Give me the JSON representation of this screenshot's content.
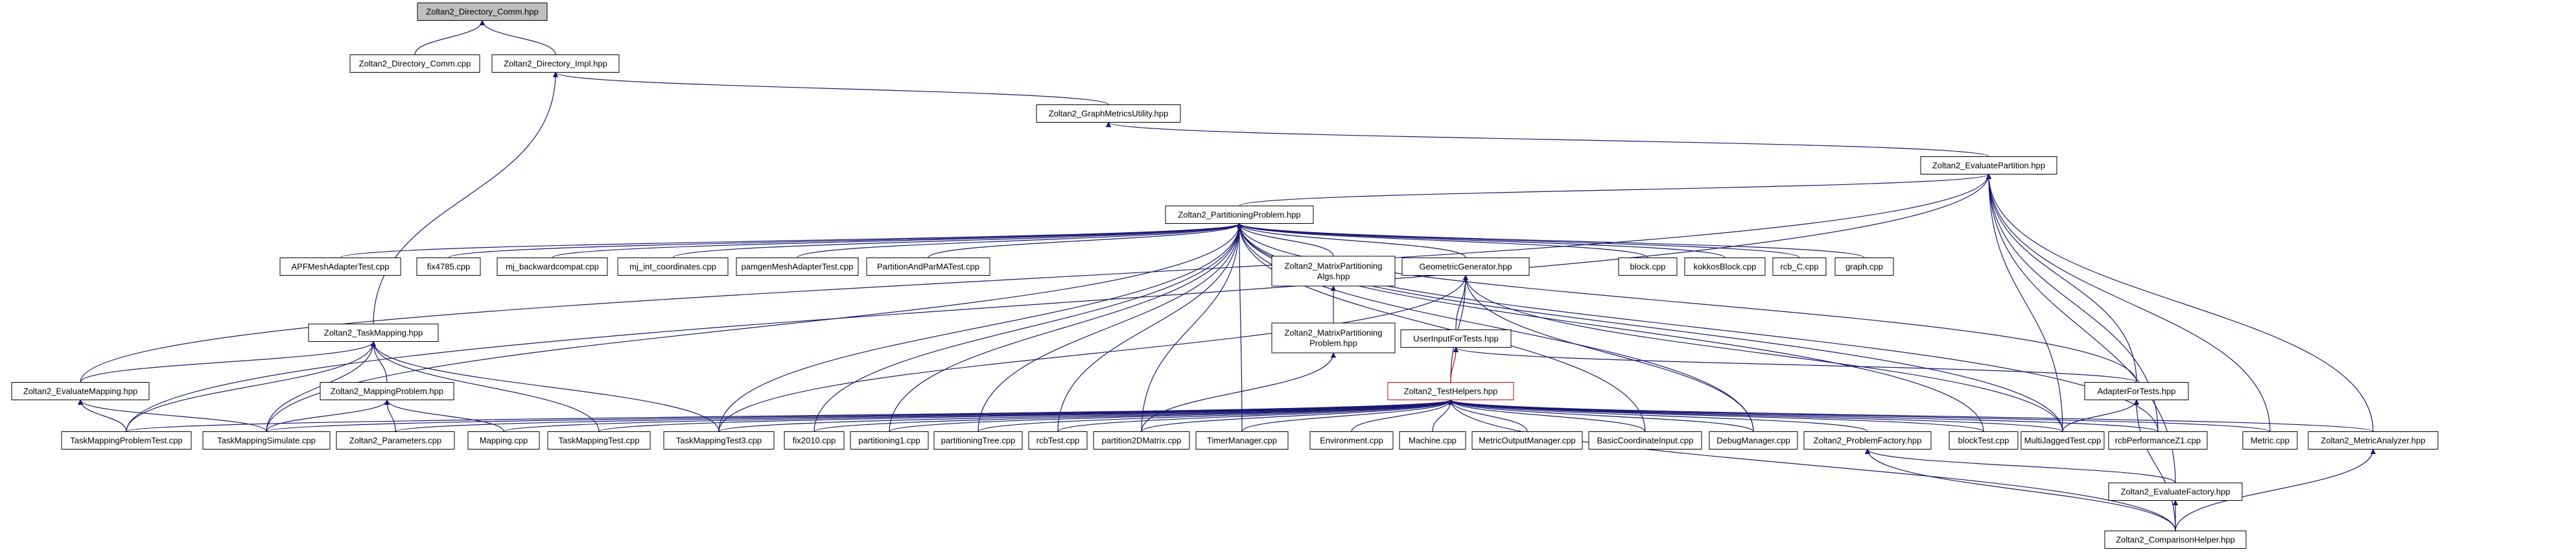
{
  "graph": {
    "nodes": [
      {
        "id": "dir_comm_hpp",
        "label": "Zoltan2_Directory_Comm.hpp",
        "style": "root"
      },
      {
        "id": "dir_comm_cpp",
        "label": "Zoltan2_Directory_Comm.cpp"
      },
      {
        "id": "dir_impl_hpp",
        "label": "Zoltan2_Directory_Impl.hpp"
      },
      {
        "id": "graph_metrics_utility",
        "label": "Zoltan2_GraphMetricsUtility.hpp"
      },
      {
        "id": "evaluate_partition",
        "label": "Zoltan2_EvaluatePartition.hpp"
      },
      {
        "id": "partitioning_problem",
        "label": "Zoltan2_PartitioningProblem.hpp"
      },
      {
        "id": "apf_mesh_adapter_test",
        "label": "APFMeshAdapterTest.cpp"
      },
      {
        "id": "fix4785",
        "label": "fix4785.cpp"
      },
      {
        "id": "mj_backwardcompat",
        "label": "mj_backwardcompat.cpp"
      },
      {
        "id": "mj_int_coordinates",
        "label": "mj_int_coordinates.cpp"
      },
      {
        "id": "pamgen_mesh_adapter_test",
        "label": "pamgenMeshAdapterTest.cpp"
      },
      {
        "id": "partition_and_parma_test",
        "label": "PartitionAndParMATest.cpp"
      },
      {
        "id": "matrix_partitioning_algs",
        "label": "Zoltan2_MatrixPartitioning\nAlgs.hpp"
      },
      {
        "id": "geometric_generator",
        "label": "GeometricGenerator.hpp"
      },
      {
        "id": "block_cpp",
        "label": "block.cpp"
      },
      {
        "id": "kokkos_block",
        "label": "kokkosBlock.cpp"
      },
      {
        "id": "rcb_c",
        "label": "rcb_C.cpp"
      },
      {
        "id": "graph_cpp",
        "label": "graph.cpp"
      },
      {
        "id": "matrix_partitioning_problem",
        "label": "Zoltan2_MatrixPartitioning\nProblem.hpp"
      },
      {
        "id": "task_mapping",
        "label": "Zoltan2_TaskMapping.hpp"
      },
      {
        "id": "user_input_for_tests",
        "label": "UserInputForTests.hpp"
      },
      {
        "id": "adapter_for_tests",
        "label": "AdapterForTests.hpp"
      },
      {
        "id": "evaluate_mapping",
        "label": "Zoltan2_EvaluateMapping.hpp"
      },
      {
        "id": "mapping_problem",
        "label": "Zoltan2_MappingProblem.hpp"
      },
      {
        "id": "test_helpers",
        "label": "Zoltan2_TestHelpers.hpp",
        "style": "red"
      },
      {
        "id": "task_mapping_problem_test",
        "label": "TaskMappingProblemTest.cpp"
      },
      {
        "id": "task_mapping_simulate",
        "label": "TaskMappingSimulate.cpp"
      },
      {
        "id": "parameters_cpp",
        "label": "Zoltan2_Parameters.cpp"
      },
      {
        "id": "mapping_cpp",
        "label": "Mapping.cpp"
      },
      {
        "id": "task_mapping_test",
        "label": "TaskMappingTest.cpp"
      },
      {
        "id": "task_mapping_test3",
        "label": "TaskMappingTest3.cpp"
      },
      {
        "id": "fix2010",
        "label": "fix2010.cpp"
      },
      {
        "id": "partitioning1",
        "label": "partitioning1.cpp"
      },
      {
        "id": "partitioning_tree",
        "label": "partitioningTree.cpp"
      },
      {
        "id": "rcb_test",
        "label": "rcbTest.cpp"
      },
      {
        "id": "partition_2d_matrix",
        "label": "partition2DMatrix.cpp"
      },
      {
        "id": "timer_manager",
        "label": "TimerManager.cpp"
      },
      {
        "id": "environment",
        "label": "Environment.cpp"
      },
      {
        "id": "machine",
        "label": "Machine.cpp"
      },
      {
        "id": "metric_output_manager",
        "label": "MetricOutputManager.cpp"
      },
      {
        "id": "basic_coordinate_input",
        "label": "BasicCoordinateInput.cpp"
      },
      {
        "id": "debug_manager",
        "label": "DebugManager.cpp"
      },
      {
        "id": "problem_factory",
        "label": "Zoltan2_ProblemFactory.hpp"
      },
      {
        "id": "block_test",
        "label": "blockTest.cpp"
      },
      {
        "id": "multi_jagged_test",
        "label": "MultiJaggedTest.cpp"
      },
      {
        "id": "rcb_performance_z1",
        "label": "rcbPerformanceZ1.cpp"
      },
      {
        "id": "metric_cpp",
        "label": "Metric.cpp"
      },
      {
        "id": "metric_analyzer",
        "label": "Zoltan2_MetricAnalyzer.hpp"
      },
      {
        "id": "evaluate_factory",
        "label": "Zoltan2_EvaluateFactory.hpp"
      },
      {
        "id": "comparison_helper",
        "label": "Zoltan2_ComparisonHelper.hpp"
      }
    ],
    "edges": [
      [
        "dir_comm_cpp",
        "dir_comm_hpp"
      ],
      [
        "dir_impl_hpp",
        "dir_comm_hpp"
      ],
      [
        "graph_metrics_utility",
        "dir_impl_hpp"
      ],
      [
        "task_mapping",
        "dir_impl_hpp"
      ],
      [
        "evaluate_partition",
        "graph_metrics_utility"
      ],
      [
        "partitioning_problem",
        "evaluate_partition"
      ],
      [
        "evaluate_mapping",
        "evaluate_partition"
      ],
      [
        "task_mapping_problem_test",
        "evaluate_partition"
      ],
      [
        "adapter_for_tests",
        "evaluate_partition"
      ],
      [
        "multi_jagged_test",
        "evaluate_partition"
      ],
      [
        "metric_cpp",
        "evaluate_partition"
      ],
      [
        "metric_analyzer",
        "evaluate_partition"
      ],
      [
        "evaluate_factory",
        "evaluate_partition"
      ],
      [
        "rcb_performance_z1",
        "evaluate_partition"
      ],
      [
        "apf_mesh_adapter_test",
        "partitioning_problem"
      ],
      [
        "fix4785",
        "partitioning_problem"
      ],
      [
        "mj_backwardcompat",
        "partitioning_problem"
      ],
      [
        "mj_int_coordinates",
        "partitioning_problem"
      ],
      [
        "pamgen_mesh_adapter_test",
        "partitioning_problem"
      ],
      [
        "partition_and_parma_test",
        "partitioning_problem"
      ],
      [
        "matrix_partitioning_algs",
        "partitioning_problem"
      ],
      [
        "geometric_generator",
        "partitioning_problem"
      ],
      [
        "block_cpp",
        "partitioning_problem"
      ],
      [
        "kokkos_block",
        "partitioning_problem"
      ],
      [
        "rcb_c",
        "partitioning_problem"
      ],
      [
        "graph_cpp",
        "partitioning_problem"
      ],
      [
        "adapter_for_tests",
        "partitioning_problem"
      ],
      [
        "task_mapping_simulate",
        "partitioning_problem"
      ],
      [
        "task_mapping_test3",
        "partitioning_problem"
      ],
      [
        "fix2010",
        "partitioning_problem"
      ],
      [
        "partitioning1",
        "partitioning_problem"
      ],
      [
        "partitioning_tree",
        "partitioning_problem"
      ],
      [
        "rcb_test",
        "partitioning_problem"
      ],
      [
        "partition_2d_matrix",
        "partitioning_problem"
      ],
      [
        "timer_manager",
        "partitioning_problem"
      ],
      [
        "debug_manager",
        "partitioning_problem"
      ],
      [
        "basic_coordinate_input",
        "partitioning_problem"
      ],
      [
        "multi_jagged_test",
        "partitioning_problem"
      ],
      [
        "rcb_performance_z1",
        "partitioning_problem"
      ],
      [
        "block_test",
        "partitioning_problem"
      ],
      [
        "matrix_partitioning_problem",
        "matrix_partitioning_algs"
      ],
      [
        "partition_2d_matrix",
        "matrix_partitioning_problem"
      ],
      [
        "user_input_for_tests",
        "geometric_generator"
      ],
      [
        "test_helpers",
        "geometric_generator"
      ],
      [
        "task_mapping_test3",
        "geometric_generator"
      ],
      [
        "multi_jagged_test",
        "geometric_generator"
      ],
      [
        "debug_manager",
        "geometric_generator"
      ],
      [
        "evaluate_mapping",
        "task_mapping"
      ],
      [
        "mapping_problem",
        "task_mapping"
      ],
      [
        "task_mapping_problem_test",
        "task_mapping"
      ],
      [
        "task_mapping_simulate",
        "task_mapping"
      ],
      [
        "task_mapping_test",
        "task_mapping"
      ],
      [
        "task_mapping_test3",
        "task_mapping"
      ],
      [
        "test_helpers",
        "user_input_for_tests",
        "red"
      ],
      [
        "adapter_for_tests",
        "user_input_for_tests"
      ],
      [
        "task_mapping_problem_test",
        "evaluate_mapping"
      ],
      [
        "task_mapping_simulate",
        "evaluate_mapping"
      ],
      [
        "task_mapping_simulate",
        "mapping_problem"
      ],
      [
        "parameters_cpp",
        "mapping_problem"
      ],
      [
        "mapping_cpp",
        "mapping_problem"
      ],
      [
        "multi_jagged_test",
        "adapter_for_tests"
      ],
      [
        "comparison_helper",
        "adapter_for_tests"
      ],
      [
        "task_mapping_problem_test",
        "test_helpers"
      ],
      [
        "task_mapping_simulate",
        "test_helpers"
      ],
      [
        "parameters_cpp",
        "test_helpers"
      ],
      [
        "mapping_cpp",
        "test_helpers"
      ],
      [
        "task_mapping_test",
        "test_helpers"
      ],
      [
        "task_mapping_test3",
        "test_helpers"
      ],
      [
        "fix2010",
        "test_helpers"
      ],
      [
        "partitioning1",
        "test_helpers"
      ],
      [
        "partitioning_tree",
        "test_helpers"
      ],
      [
        "rcb_test",
        "test_helpers"
      ],
      [
        "partition_2d_matrix",
        "test_helpers"
      ],
      [
        "timer_manager",
        "test_helpers"
      ],
      [
        "environment",
        "test_helpers"
      ],
      [
        "machine",
        "test_helpers"
      ],
      [
        "metric_output_manager",
        "test_helpers"
      ],
      [
        "basic_coordinate_input",
        "test_helpers"
      ],
      [
        "debug_manager",
        "test_helpers"
      ],
      [
        "problem_factory",
        "test_helpers"
      ],
      [
        "block_test",
        "test_helpers"
      ],
      [
        "multi_jagged_test",
        "test_helpers"
      ],
      [
        "rcb_performance_z1",
        "test_helpers"
      ],
      [
        "metric_cpp",
        "test_helpers"
      ],
      [
        "metric_analyzer",
        "test_helpers"
      ],
      [
        "comparison_helper",
        "test_helpers"
      ],
      [
        "evaluate_factory",
        "problem_factory"
      ],
      [
        "comparison_helper",
        "problem_factory"
      ],
      [
        "comparison_helper",
        "evaluate_factory"
      ],
      [
        "comparison_helper",
        "metric_analyzer"
      ]
    ]
  }
}
